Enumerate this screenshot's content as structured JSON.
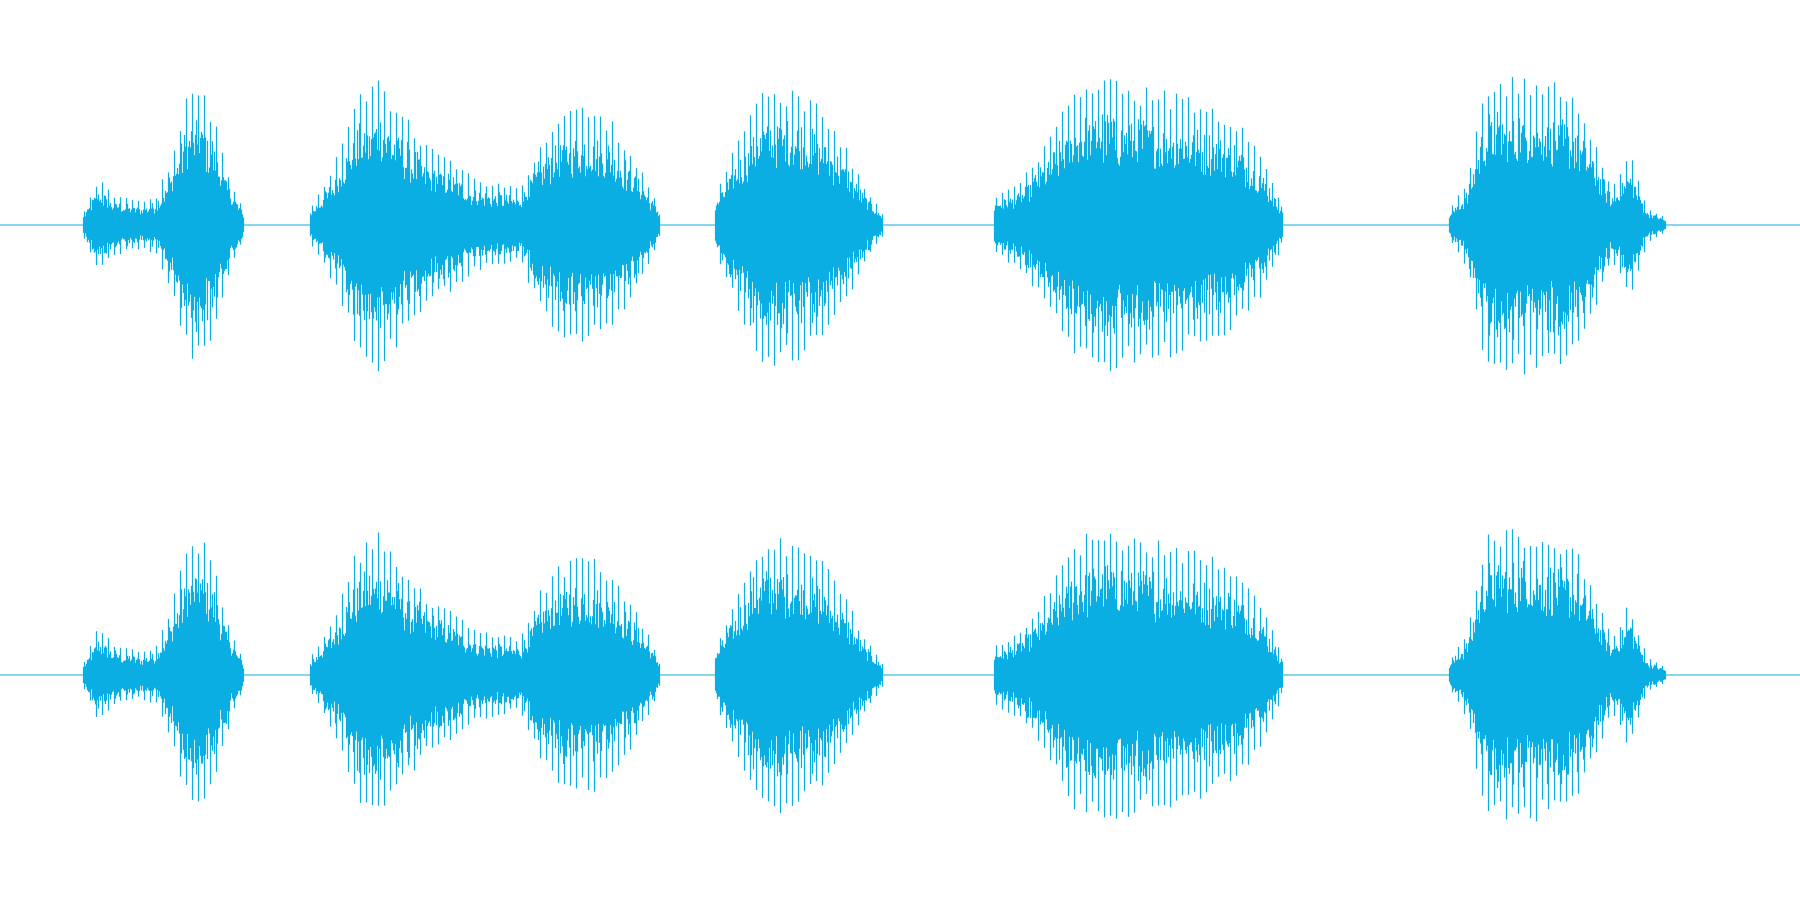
{
  "waveform": {
    "color": "#0aaee3",
    "background": "#ffffff",
    "channels": [
      {
        "id": "channel-1"
      },
      {
        "id": "channel-2"
      }
    ],
    "segments": [
      {
        "start": 0.046,
        "end": 0.135,
        "envelope": [
          0.08,
          0.32,
          0.22,
          0.18,
          0.16,
          0.2,
          0.45,
          0.85,
          0.95,
          0.75,
          0.35,
          0.1
        ]
      },
      {
        "start": 0.172,
        "end": 0.366,
        "envelope": [
          0.12,
          0.4,
          0.85,
          1.0,
          0.75,
          0.55,
          0.45,
          0.32,
          0.28,
          0.25,
          0.62,
          0.78,
          0.8,
          0.7,
          0.45,
          0.12
        ]
      },
      {
        "start": 0.397,
        "end": 0.49,
        "envelope": [
          0.2,
          0.55,
          0.9,
          0.95,
          0.9,
          0.8,
          0.6,
          0.3,
          0.08
        ]
      },
      {
        "start": 0.552,
        "end": 0.712,
        "envelope": [
          0.2,
          0.3,
          0.55,
          0.9,
          1.0,
          0.95,
          0.92,
          0.88,
          0.82,
          0.75,
          0.55,
          0.15
        ]
      },
      {
        "start": 0.805,
        "end": 0.925,
        "envelope": [
          0.1,
          0.3,
          0.95,
          1.0,
          1.0,
          0.98,
          0.95,
          0.9,
          0.6,
          0.25,
          0.5,
          0.12,
          0.05
        ]
      }
    ]
  }
}
